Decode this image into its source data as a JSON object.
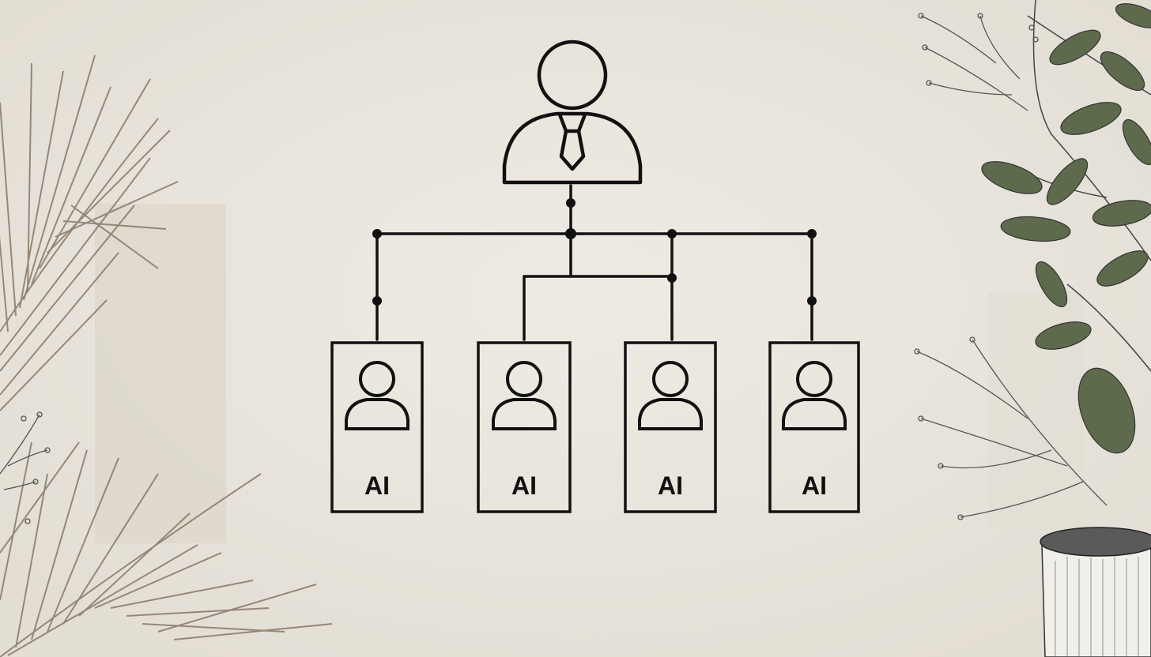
{
  "diagram": {
    "manager": {
      "icon": "manager-with-tie-icon"
    },
    "agents": [
      {
        "label": "AI",
        "icon": "person-icon"
      },
      {
        "label": "AI",
        "icon": "person-icon"
      },
      {
        "label": "AI",
        "icon": "person-icon"
      },
      {
        "label": "AI",
        "icon": "person-icon"
      }
    ]
  },
  "colors": {
    "background": "#e9e5dc",
    "line": "#111111",
    "leaf_green": "#5d6a4c",
    "frond_brown": "#7a6a58"
  }
}
